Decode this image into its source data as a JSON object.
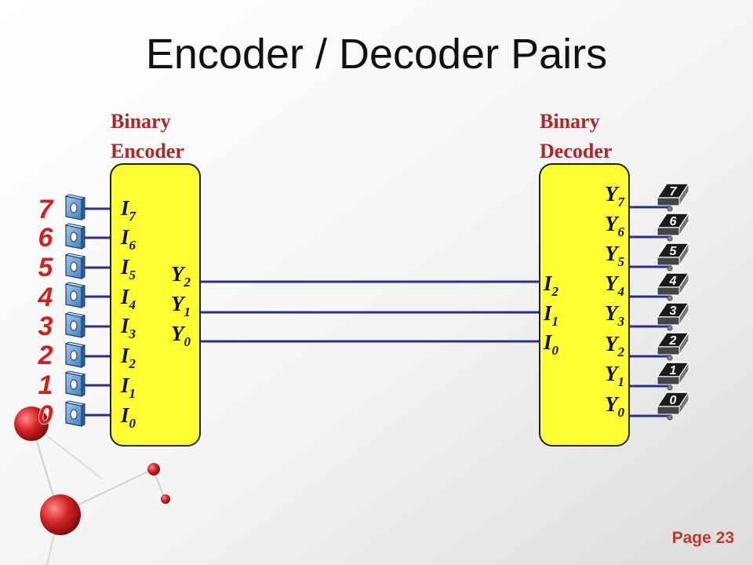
{
  "title": "Encoder / Decoder Pairs",
  "encoder": {
    "label": [
      "Binary",
      "Encoder"
    ],
    "inputs": [
      {
        "letter": "I",
        "sub": "7"
      },
      {
        "letter": "I",
        "sub": "6"
      },
      {
        "letter": "I",
        "sub": "5"
      },
      {
        "letter": "I",
        "sub": "4"
      },
      {
        "letter": "I",
        "sub": "3"
      },
      {
        "letter": "I",
        "sub": "2"
      },
      {
        "letter": "I",
        "sub": "1"
      },
      {
        "letter": "I",
        "sub": "0"
      }
    ],
    "outputs": [
      {
        "letter": "Y",
        "sub": "2"
      },
      {
        "letter": "Y",
        "sub": "1"
      },
      {
        "letter": "Y",
        "sub": "0"
      }
    ]
  },
  "decoder": {
    "label": [
      "Binary",
      "Decoder"
    ],
    "inputs": [
      {
        "letter": "I",
        "sub": "2"
      },
      {
        "letter": "I",
        "sub": "1"
      },
      {
        "letter": "I",
        "sub": "0"
      }
    ],
    "outputs": [
      {
        "letter": "Y",
        "sub": "7"
      },
      {
        "letter": "Y",
        "sub": "6"
      },
      {
        "letter": "Y",
        "sub": "5"
      },
      {
        "letter": "Y",
        "sub": "4"
      },
      {
        "letter": "Y",
        "sub": "3"
      },
      {
        "letter": "Y",
        "sub": "2"
      },
      {
        "letter": "Y",
        "sub": "1"
      },
      {
        "letter": "Y",
        "sub": "0"
      }
    ]
  },
  "input_digits": [
    "7",
    "6",
    "5",
    "4",
    "3",
    "2",
    "1",
    "0"
  ],
  "output_digits": [
    "7",
    "6",
    "5",
    "4",
    "3",
    "2",
    "1",
    "0"
  ],
  "page_label": "Page 23",
  "colors": {
    "block_fill": "#ffff33",
    "wire": "#2b2d8f",
    "label": "#b32424",
    "page_num": "#c0392b",
    "digit_left": "#d41f1f",
    "switch": "#6aa7df",
    "display": "#1a1a1a",
    "decor_ball": "#c81e1e"
  }
}
